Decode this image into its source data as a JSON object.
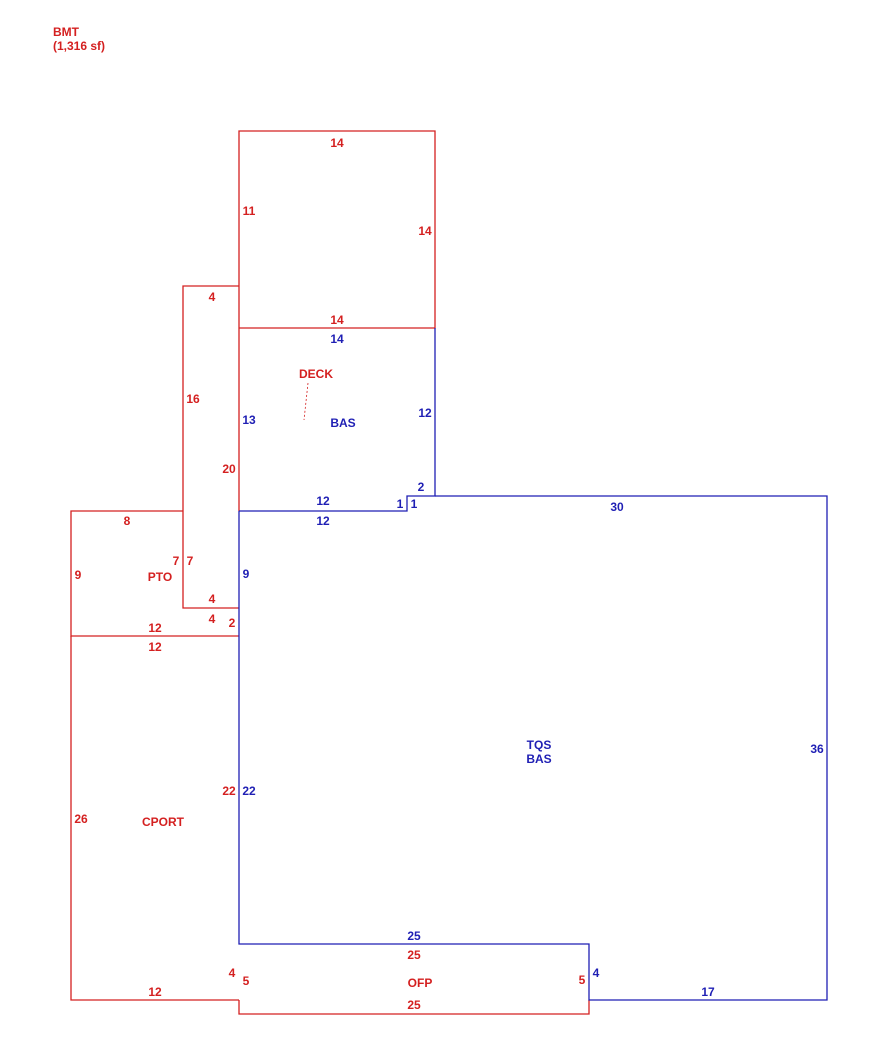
{
  "header": {
    "code": "BMT",
    "area": "(1,316 sf)"
  },
  "colors": {
    "red": "#d42020",
    "blue": "#1f1fb4"
  },
  "areas": {
    "deck": "DECK",
    "bas_upper": "BAS",
    "pto": "PTO",
    "tqs": "TQS",
    "tqs_bas": "BAS",
    "cport": "CPORT",
    "ofp": "OFP"
  },
  "dims": {
    "deck_top": "14",
    "deck_left_upper": "11",
    "deck_right": "14",
    "deck_notch_top": "4",
    "deck_bottom": "14",
    "deck_left_mid": "16",
    "deck_inner_left": "20",
    "deck_notch_bottom": "4",
    "bas_top": "14",
    "bas_left": "13",
    "bas_right": "12",
    "bas_bottom": "12",
    "bas_step_1a": "1",
    "bas_step_1b": "1",
    "bas_step_2": "2",
    "main_top_left": "12",
    "main_top": "30",
    "main_left_upper": "9",
    "main_right": "36",
    "main_left_lower": "22",
    "main_bottom": "17",
    "pto_top": "8",
    "pto_left": "9",
    "pto_right_a": "7",
    "pto_right_b": "7",
    "pto_bottom_notch": "4",
    "pto_bottom": "12",
    "pto_corner": "2",
    "cport_top": "12",
    "cport_left": "26",
    "cport_right": "22",
    "cport_bottom": "12",
    "cport_corner": "4",
    "ofp_top_blue": "25",
    "ofp_top": "25",
    "ofp_left": "5",
    "ofp_right": "5",
    "ofp_right_blue": "4",
    "ofp_bottom": "25"
  }
}
